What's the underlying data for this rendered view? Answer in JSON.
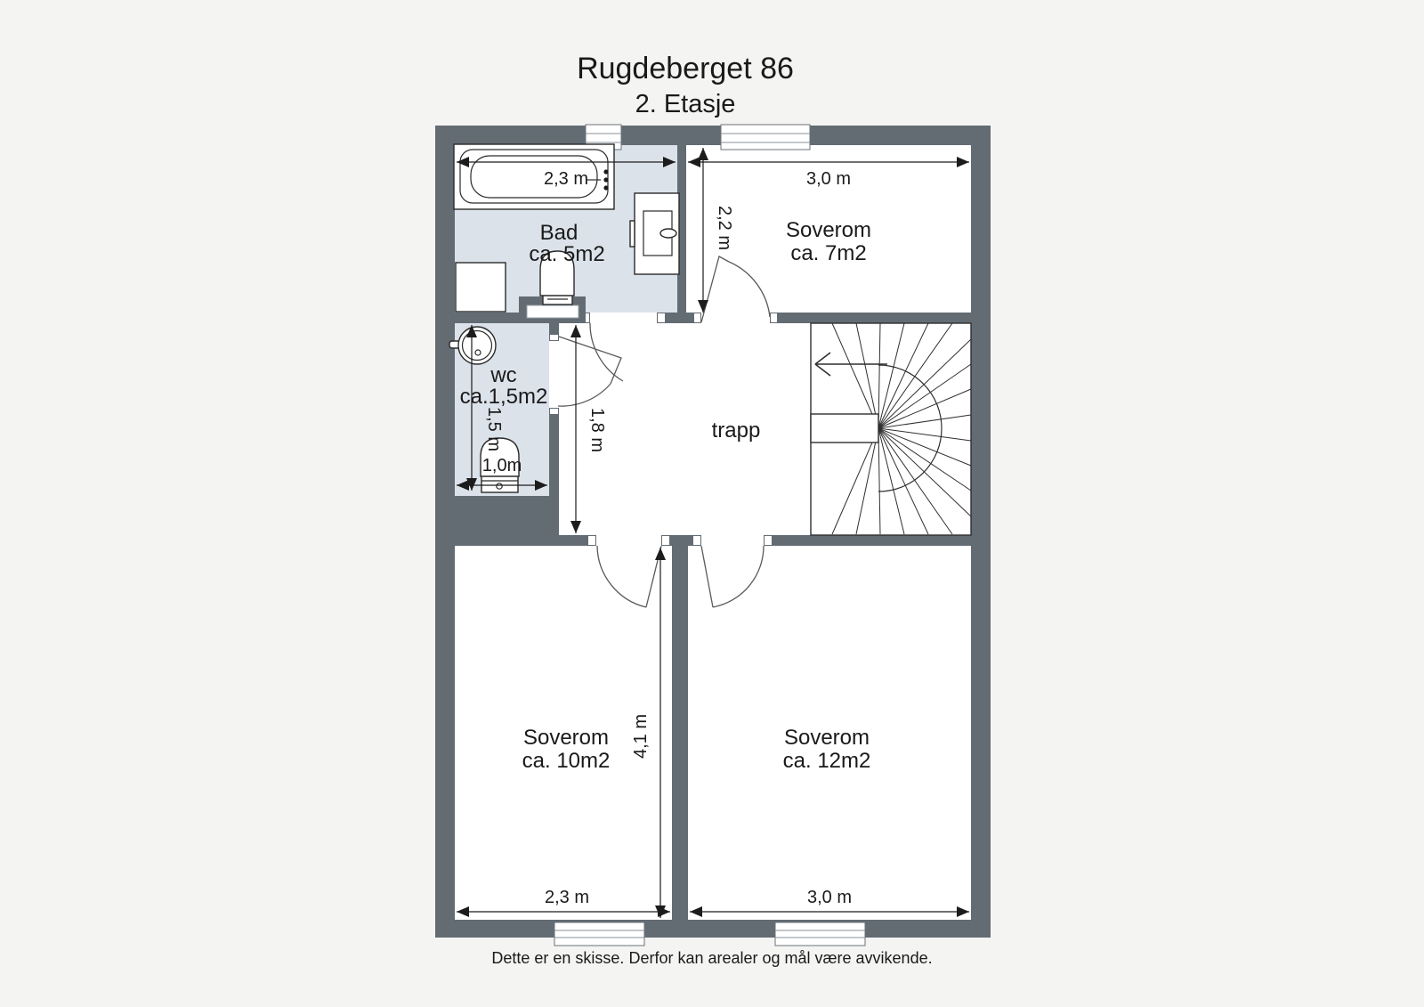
{
  "page": {
    "title": "Rugdeberget 86",
    "subtitle": "2. Etasje",
    "disclaimer": "Dette er en skisse. Derfor kan arealer og mål være avvikende."
  },
  "rooms": {
    "bad": {
      "name": "Bad",
      "area": "ca. 5m2"
    },
    "wc": {
      "name": "wc",
      "area": "ca.1,5m2"
    },
    "hall": {
      "name": "trapp"
    },
    "soverom7": {
      "name": "Soverom",
      "area": "ca. 7m2"
    },
    "soverom10": {
      "name": "Soverom",
      "area": "ca. 10m2"
    },
    "soverom12": {
      "name": "Soverom",
      "area": "ca. 12m2"
    }
  },
  "dimensions": {
    "bad_width": "2,3 m",
    "soverom7_width": "3,0 m",
    "soverom7_depth": "2,2 m",
    "hall_depth": "1,8 m",
    "wc_depth": "1,5 m",
    "wc_width": "1,0m",
    "soverom10_depth": "4,1 m",
    "soverom10_width": "2,3 m",
    "soverom12_width": "3,0 m"
  },
  "colors": {
    "wall": "#636b73",
    "wet_floor": "#dbe2ea",
    "background": "#f4f4f2",
    "line": "#1c1c1c"
  }
}
